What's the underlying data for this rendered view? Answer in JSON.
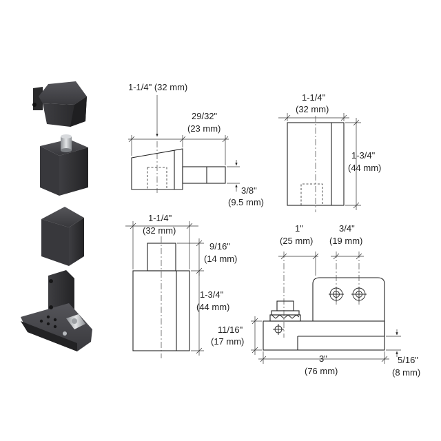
{
  "dimensions": {
    "d1": "1-1/4\" (32 mm)",
    "d2_line1": "29/32\"",
    "d2_line2": "(23 mm)",
    "d3_line1": "3/8\"",
    "d3_line2": "(9.5 mm)",
    "d4_line1": "1-1/4\"",
    "d4_line2": "(32 mm)",
    "d5_line1": "1-3/4\"",
    "d5_line2": "(44 mm)",
    "d6_line1": "1-1/4\"",
    "d6_line2": "(32 mm)",
    "d7_line1": "9/16\"",
    "d7_line2": "(14 mm)",
    "d8_line1": "1-3/4\"",
    "d8_line2": "(44 mm)",
    "d9_line1": "1\"",
    "d9_line2": "(25 mm)",
    "d10_line1": "3/4\"",
    "d10_line2": "(19 mm)",
    "d11_line1": "11/16\"",
    "d11_line2": "(17 mm)",
    "d12_line1": "3\"",
    "d12_line2": "(76 mm)",
    "d13_line1": "5/16\"",
    "d13_line2": "(8 mm)"
  },
  "colors": {
    "part_dark": "#2b2b2d",
    "part_mid": "#3b3b3e",
    "part_light": "#4a4a4e",
    "pin_silver": "#b9bcc0",
    "line": "#222222"
  }
}
